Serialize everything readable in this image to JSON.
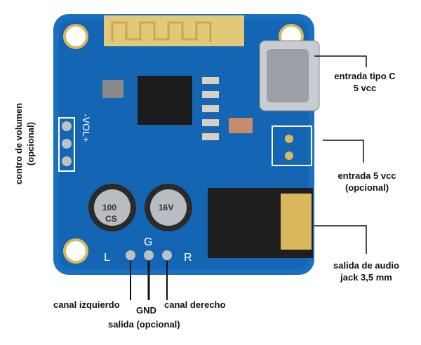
{
  "labels": {
    "usb_c": [
      "entrada tipo C",
      "5 vcc"
    ],
    "input_5v": [
      "entrada 5 vcc",
      "(opcional)"
    ],
    "audio_out": [
      "salida de audio",
      "jack 3,5 mm"
    ],
    "left_channel": "canal izquierdo",
    "gnd": "GND",
    "right_channel": "canal derecho",
    "output_optional": "salida (opcional)",
    "volume": [
      "contro de volumen",
      "(opcional)"
    ]
  },
  "board": {
    "silk_left": "L",
    "silk_gnd": "G",
    "silk_right": "R",
    "silk_vol": "-VOL+",
    "cap_label": [
      "100",
      "16V",
      "CS"
    ]
  },
  "colors": {
    "pcb": "#1a6fc0",
    "pcb_dark": "#0f5aa3",
    "gold": "#d9b85c"
  }
}
